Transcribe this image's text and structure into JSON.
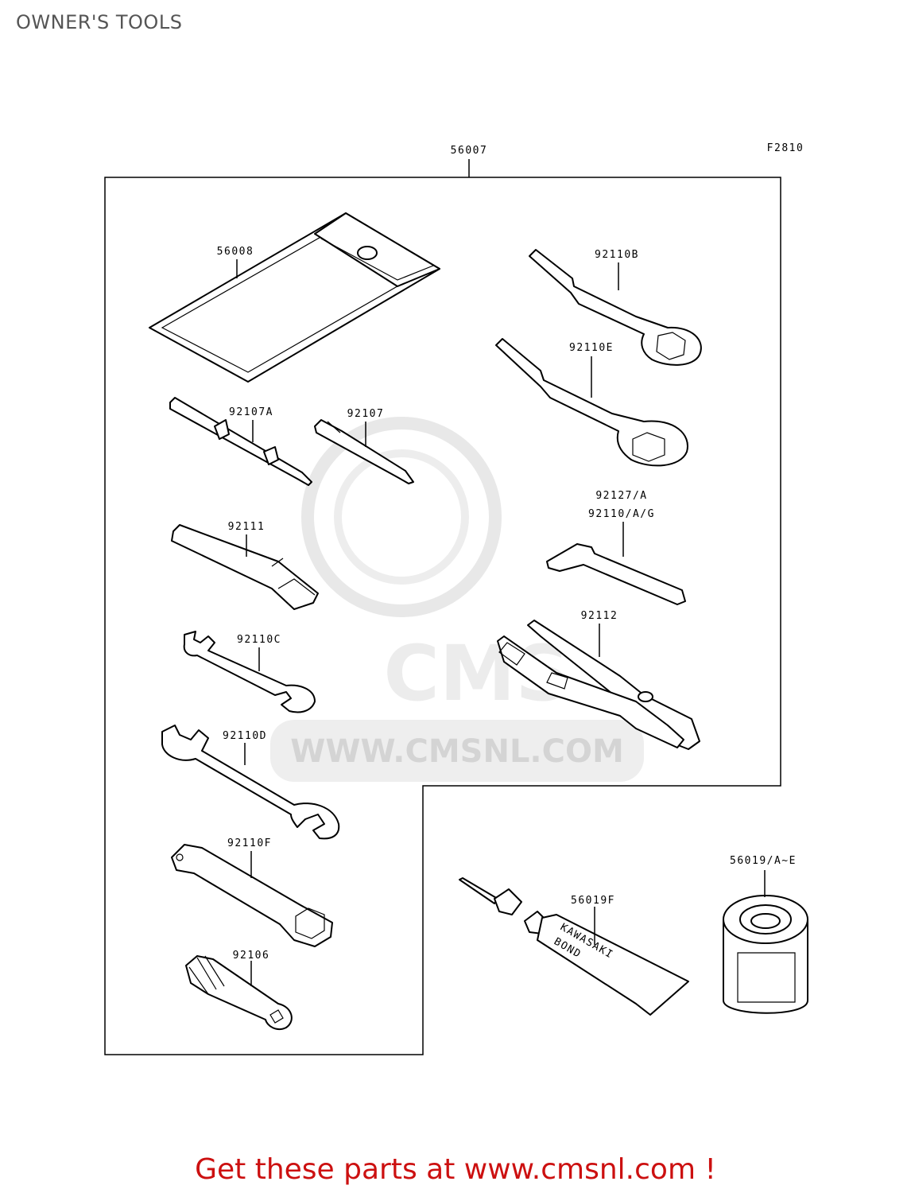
{
  "page": {
    "title": "OWNER'S TOOLS"
  },
  "diagram": {
    "figure_code": "F2810",
    "parts": {
      "kit": "56007",
      "pouch": "56008",
      "box_wrench_b": "92110B",
      "box_wrench_e": "92110E",
      "screwdriver_a": "92107A",
      "screwdriver": "92107",
      "hex_key_1": "92127/A",
      "hex_key_2": "92110/A/G",
      "handle": "92111",
      "wrench_c": "92110C",
      "pliers": "92112",
      "wrench_d": "92110D",
      "plug_wrench": "92110F",
      "valve_tool": "92106",
      "bond": "56019F",
      "filter": "56019/A~E"
    },
    "bond_label": {
      "line1": "KAWASAKI",
      "line2": "BOND"
    },
    "watermark": "WWW.CMSNL.COM"
  },
  "footer": {
    "text": "Get these parts at www.cmsnl.com !"
  },
  "colors": {
    "footer": "#cc1010",
    "title": "#555555",
    "watermark": "#d0d0d0"
  }
}
